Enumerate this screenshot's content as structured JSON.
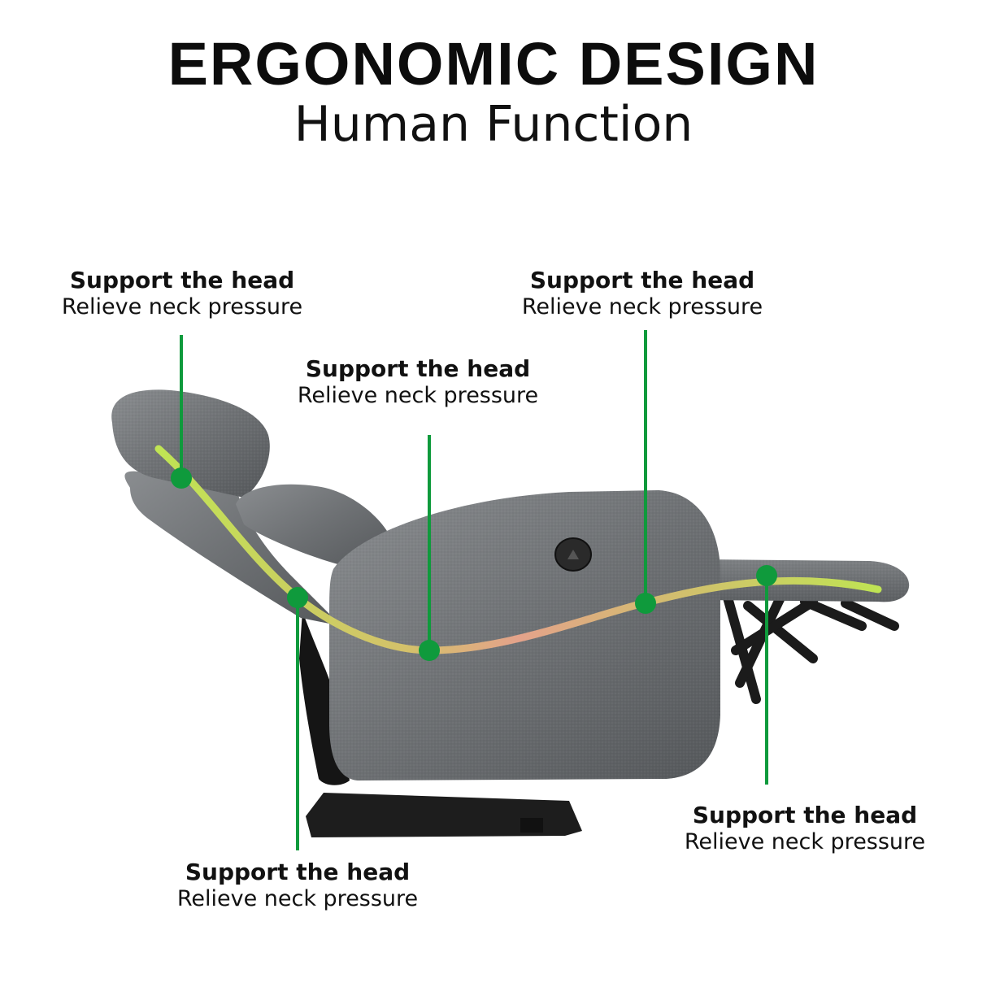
{
  "header": {
    "title": "ERGONOMIC DESIGN",
    "subtitle": "Human Function"
  },
  "callouts": [
    {
      "title": "Support the head",
      "text": "Relieve neck pressure"
    },
    {
      "title": "Support the head",
      "text": "Relieve neck pressure"
    },
    {
      "title": "Support the head",
      "text": "Relieve neck pressure"
    },
    {
      "title": "Support the head",
      "text": "Relieve neck pressure"
    },
    {
      "title": "Support the head",
      "text": "Relieve neck pressure"
    }
  ],
  "colors": {
    "marker": "#0f9a3c",
    "curve_light": "#c4ea52",
    "curve_warm": "#e9a98a",
    "fabric": "#6f7275",
    "frame": "#1d1d1d"
  }
}
